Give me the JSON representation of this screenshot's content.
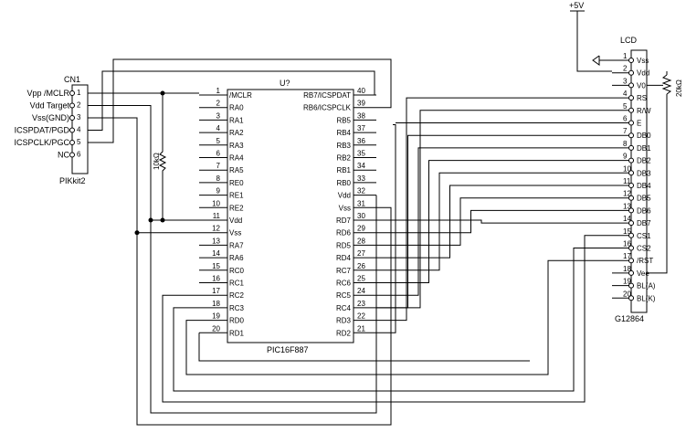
{
  "cn1": {
    "ref": "CN1",
    "part": "PIKkit2",
    "pins": [
      {
        "num": "1",
        "name": "Vpp /MCLR"
      },
      {
        "num": "2",
        "name": "Vdd Target"
      },
      {
        "num": "3",
        "name": "Vss(GND)"
      },
      {
        "num": "4",
        "name": "ICSPDAT/PGD"
      },
      {
        "num": "5",
        "name": "ICSPCLK/PGC"
      },
      {
        "num": "6",
        "name": "NC"
      }
    ]
  },
  "resistor_left": {
    "value": "10kΩ"
  },
  "mcu": {
    "ref": "U?",
    "part": "PIC16F887",
    "left_pins": [
      {
        "num": "1",
        "name": "/MCLR"
      },
      {
        "num": "2",
        "name": "RA0"
      },
      {
        "num": "3",
        "name": "RA1"
      },
      {
        "num": "4",
        "name": "RA2"
      },
      {
        "num": "5",
        "name": "RA3"
      },
      {
        "num": "6",
        "name": "RA4"
      },
      {
        "num": "7",
        "name": "RA5"
      },
      {
        "num": "8",
        "name": "RE0"
      },
      {
        "num": "9",
        "name": "RE1"
      },
      {
        "num": "10",
        "name": "RE2"
      },
      {
        "num": "11",
        "name": "Vdd"
      },
      {
        "num": "12",
        "name": "Vss"
      },
      {
        "num": "13",
        "name": "RA7"
      },
      {
        "num": "14",
        "name": "RA6"
      },
      {
        "num": "15",
        "name": "RC0"
      },
      {
        "num": "16",
        "name": "RC1"
      },
      {
        "num": "17",
        "name": "RC2"
      },
      {
        "num": "18",
        "name": "RC3"
      },
      {
        "num": "19",
        "name": "RD0"
      },
      {
        "num": "20",
        "name": "RD1"
      }
    ],
    "right_pins": [
      {
        "num": "40",
        "name": "RB7/ICSPDAT"
      },
      {
        "num": "39",
        "name": "RB6/ICSPCLK"
      },
      {
        "num": "38",
        "name": "RB5"
      },
      {
        "num": "37",
        "name": "RB4"
      },
      {
        "num": "36",
        "name": "RB3"
      },
      {
        "num": "35",
        "name": "RB2"
      },
      {
        "num": "34",
        "name": "RB1"
      },
      {
        "num": "33",
        "name": "RB0"
      },
      {
        "num": "32",
        "name": "Vdd"
      },
      {
        "num": "31",
        "name": "Vss"
      },
      {
        "num": "30",
        "name": "RD7"
      },
      {
        "num": "29",
        "name": "RD6"
      },
      {
        "num": "28",
        "name": "RD5"
      },
      {
        "num": "27",
        "name": "RD4"
      },
      {
        "num": "26",
        "name": "RC7"
      },
      {
        "num": "25",
        "name": "RC6"
      },
      {
        "num": "24",
        "name": "RC5"
      },
      {
        "num": "23",
        "name": "RC4"
      },
      {
        "num": "22",
        "name": "RD3"
      },
      {
        "num": "21",
        "name": "RD2"
      }
    ]
  },
  "lcd": {
    "ref": "LCD",
    "part": "G12864",
    "pins": [
      {
        "num": "1",
        "name": "Vss"
      },
      {
        "num": "2",
        "name": "Vdd"
      },
      {
        "num": "3",
        "name": "V0"
      },
      {
        "num": "4",
        "name": "RS"
      },
      {
        "num": "5",
        "name": "R/W"
      },
      {
        "num": "6",
        "name": "E"
      },
      {
        "num": "7",
        "name": "DB0"
      },
      {
        "num": "8",
        "name": "DB1"
      },
      {
        "num": "9",
        "name": "DB2"
      },
      {
        "num": "10",
        "name": "DB3"
      },
      {
        "num": "11",
        "name": "DB4"
      },
      {
        "num": "12",
        "name": "DB5"
      },
      {
        "num": "13",
        "name": "DB6"
      },
      {
        "num": "14",
        "name": "DB7"
      },
      {
        "num": "15",
        "name": "CS1"
      },
      {
        "num": "16",
        "name": "CS2"
      },
      {
        "num": "17",
        "name": "/RST"
      },
      {
        "num": "18",
        "name": "Vee"
      },
      {
        "num": "19",
        "name": "BL(A)"
      },
      {
        "num": "20",
        "name": "BL(K)"
      }
    ]
  },
  "supply": {
    "label": "+5V"
  },
  "resistor_right": {
    "value": "20kΩ"
  }
}
